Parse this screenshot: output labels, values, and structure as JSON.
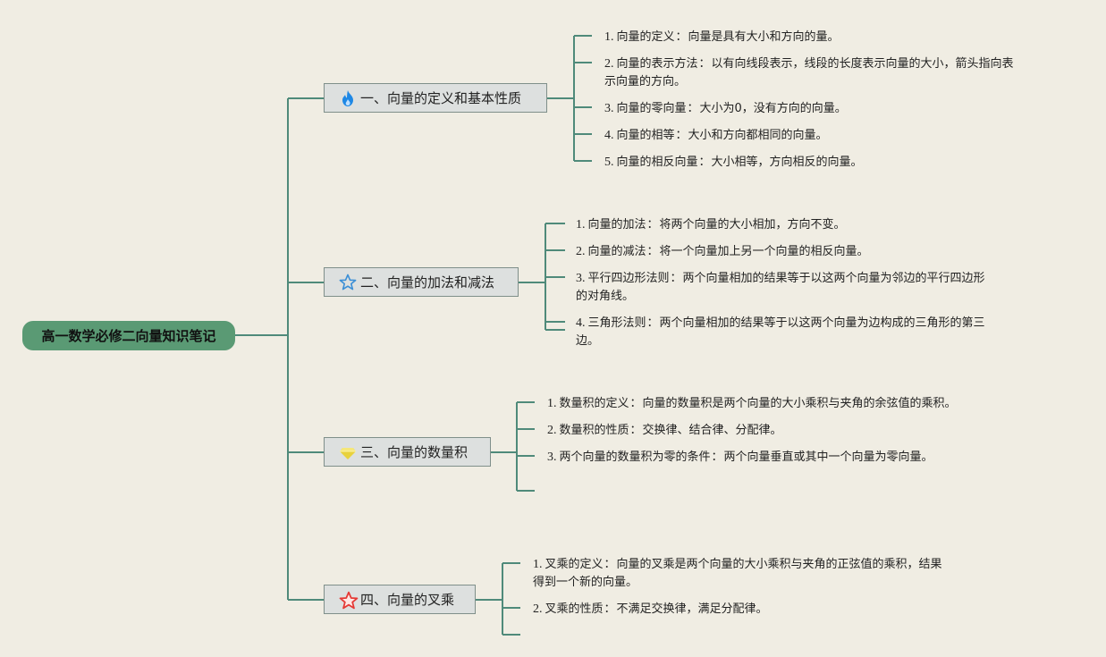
{
  "root": {
    "title": "高一数学必修二向量知识笔记"
  },
  "branches": [
    {
      "label": "一、向量的定义和基本性质",
      "icon": "flame-icon",
      "icon_color": "#1e88e5",
      "items": [
        {
          "num": "1.",
          "term": "向量的定义",
          "desc": "向量是具有大小和方向的量。",
          "lines": [
            "向量是具有大小和方向的量。"
          ]
        },
        {
          "num": "2.",
          "term": "向量的表示方法",
          "desc": "以有向线段表示，线段的长度表示向量的大小，箭头指向表示向量的方向。",
          "lines": [
            "以有向线段表示，线段的长度表示向量的大小，箭头指向表",
            "示向量的方向。"
          ]
        },
        {
          "num": "3.",
          "term": "向量的零向量",
          "desc": "大小为0，没有方向的向量。",
          "lines": [
            "大小为0，没有方向的向量。"
          ]
        },
        {
          "num": "4.",
          "term": "向量的相等",
          "desc": "大小和方向都相同的向量。",
          "lines": [
            "大小和方向都相同的向量。"
          ]
        },
        {
          "num": "5.",
          "term": "向量的相反向量",
          "desc": "大小相等，方向相反的向量。",
          "lines": [
            "大小相等，方向相反的向量。"
          ]
        }
      ]
    },
    {
      "label": "二、向量的加法和减法",
      "icon": "star-outline-icon",
      "icon_color": "#3b8fd6",
      "items": [
        {
          "num": "1.",
          "term": "向量的加法",
          "desc": "将两个向量的大小相加，方向不变。",
          "lines": [
            "将两个向量的大小相加，方向不变。"
          ]
        },
        {
          "num": "2.",
          "term": "向量的减法",
          "desc": "将一个向量加上另一个向量的相反向量。",
          "lines": [
            "将一个向量加上另一个向量的相反向量。"
          ]
        },
        {
          "num": "3.",
          "term": "平行四边形法则",
          "desc": "两个向量相加的结果等于以这两个向量为邻边的平行四边形的对角线。",
          "lines": [
            "两个向量相加的结果等于以这两个向量为邻边的平行四边形",
            "的对角线。"
          ]
        },
        {
          "num": "4.",
          "term": "三角形法则",
          "desc": "两个向量相加的结果等于以这两个向量为边构成的三角形的第三边。",
          "lines": [
            "两个向量相加的结果等于以这两个向量为边构成的三角形的第三",
            "边。"
          ]
        }
      ]
    },
    {
      "label": "三、向量的数量积",
      "icon": "diamond-icon",
      "icon_color": "#e8d23c",
      "items": [
        {
          "num": "1.",
          "term": "数量积的定义",
          "desc": "向量的数量积是两个向量的大小乘积与夹角的余弦值的乘积。",
          "lines": [
            "向量的数量积是两个向量的大小乘积与夹角的余弦值的乘积。"
          ]
        },
        {
          "num": "2.",
          "term": "数量积的性质",
          "desc": "交换律、结合律、分配律。",
          "lines": [
            "交换律、结合律、分配律。"
          ]
        },
        {
          "num": "3.",
          "term": "两个向量的数量积为零的条件",
          "desc": "两个向量垂直或其中一个向量为零向量。",
          "lines": [
            "两个向量垂直或其中一个向量为零向量。"
          ]
        }
      ]
    },
    {
      "label": "四、向量的叉乘",
      "icon": "star-red-icon",
      "icon_color": "#e53935",
      "items": [
        {
          "num": "1.",
          "term": "叉乘的定义",
          "desc": "向量的叉乘是两个向量的大小乘积与夹角的正弦值的乘积，结果得到一个新的向量。",
          "lines": [
            "向量的叉乘是两个向量的大小乘积与夹角的正弦值的乘积，结果",
            "得到一个新的向量。"
          ]
        },
        {
          "num": "2.",
          "term": "叉乘的性质",
          "desc": "不满足交换律，满足分配律。",
          "lines": [
            "不满足交换律，满足分配律。"
          ]
        }
      ]
    }
  ],
  "colors": {
    "line": "#4f8a7a",
    "root_bg": "#5a9a74",
    "branch_bg": "#dde0df",
    "background": "#f0ede3"
  }
}
